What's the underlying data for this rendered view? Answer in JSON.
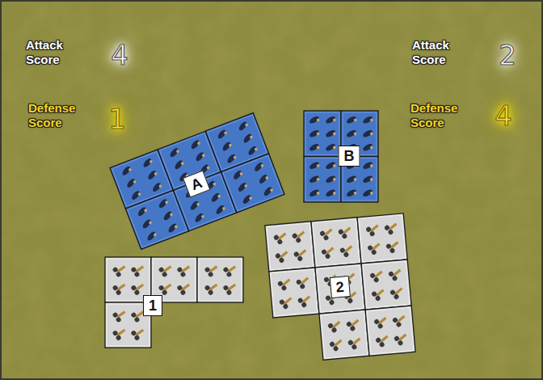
{
  "diagram": {
    "nodes": [
      {
        "text": [
          "A"
        ]
      },
      {
        "text": [
          "B"
        ]
      },
      {
        "text": [
          "1"
        ]
      },
      {
        "text": [
          "2"
        ]
      }
    ],
    "labels": [
      "Attack Score",
      "4",
      "Defense Score",
      "1",
      "Attack Score",
      "2",
      "Defense Score",
      "4"
    ]
  }
}
